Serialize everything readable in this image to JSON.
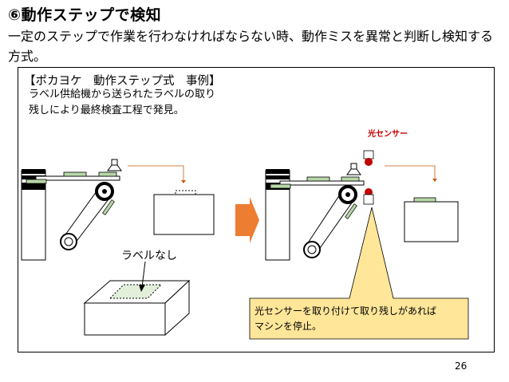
{
  "heading": "⑥動作ステップで検知",
  "intro": "一定のステップで作業を行わなければならない時、動作ミスを異常と判断し検知する方式。",
  "box_title": "【ポカヨケ　動作ステップ式　事例】",
  "desc_line1": "ラベル供給機から送られたラベルの取り",
  "desc_line2": "残しにより最終検査工程で発見。",
  "sensor_label": "光センサー",
  "no_label": "ラベルなし",
  "callout_line1": "光センサーを取り付けて取り残しがあれば",
  "callout_line2": "マシンを停止。",
  "page_number": "26",
  "colors": {
    "label_green": "#b7d7a8",
    "callout_yellow": "#ffe699",
    "arrow_orange": "#ed7d31",
    "sensor_red": "#c00000",
    "arrow_brown": "#c55a11"
  }
}
